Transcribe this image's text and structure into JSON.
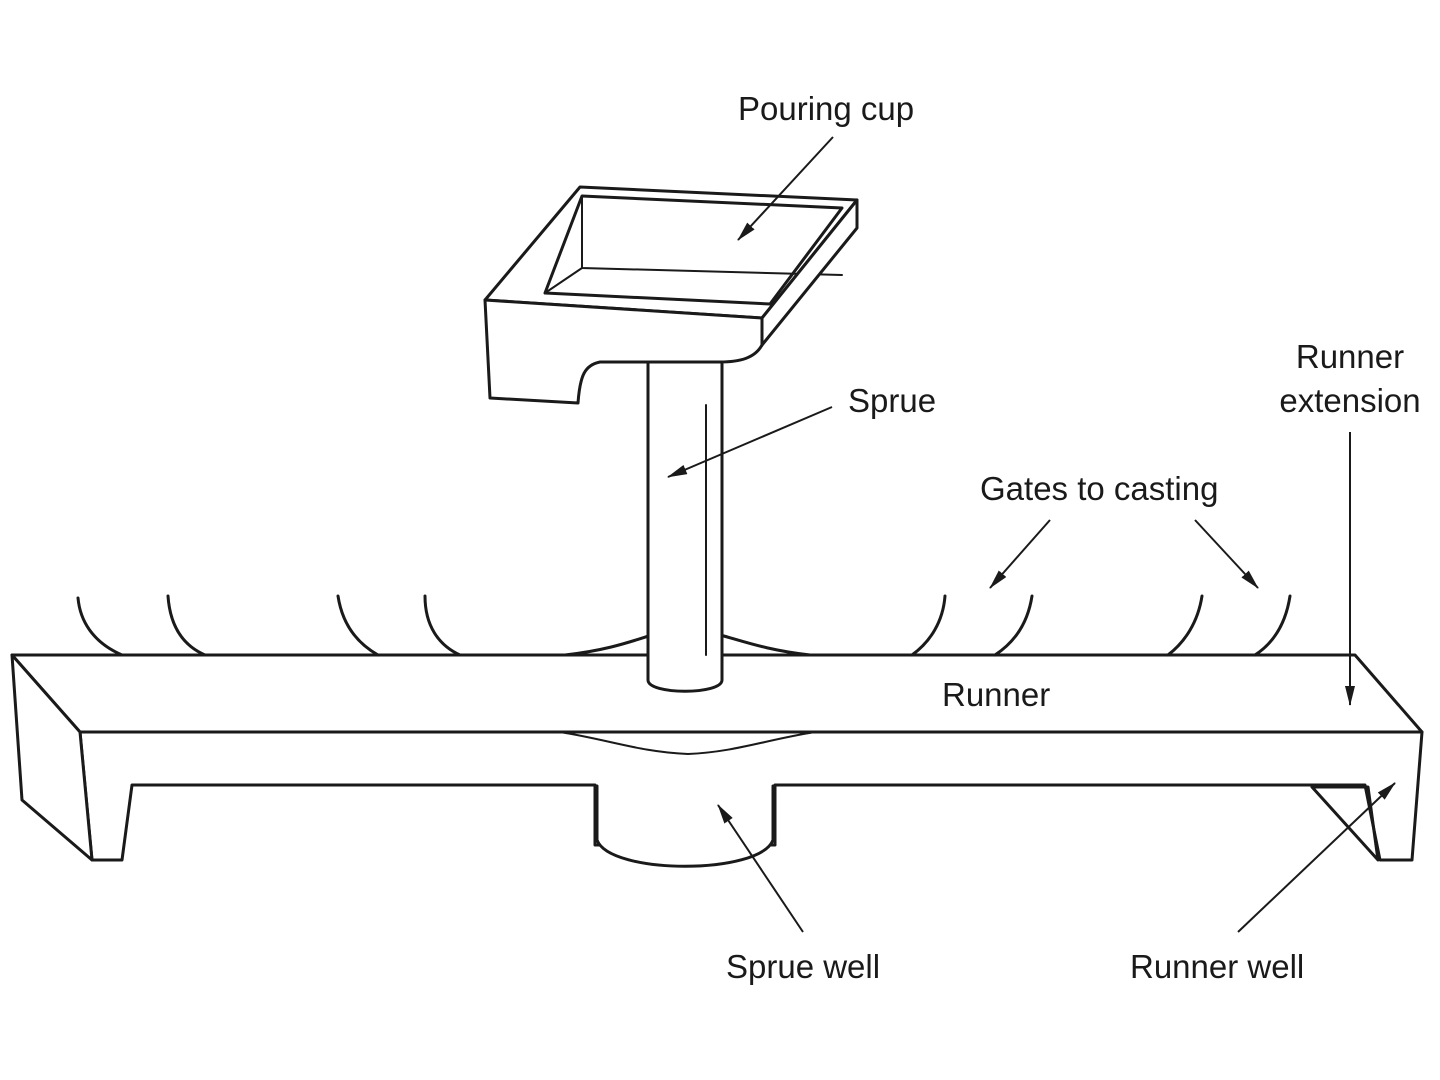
{
  "labels": {
    "pouring_cup": "Pouring cup",
    "sprue": "Sprue",
    "runner_extension_line1": "Runner",
    "runner_extension_line2": "extension",
    "gates_to_casting": "Gates to casting",
    "runner": "Runner",
    "sprue_well": "Sprue well",
    "runner_well": "Runner well"
  },
  "colors": {
    "line": "#1a1a1a",
    "background": "#ffffff"
  }
}
